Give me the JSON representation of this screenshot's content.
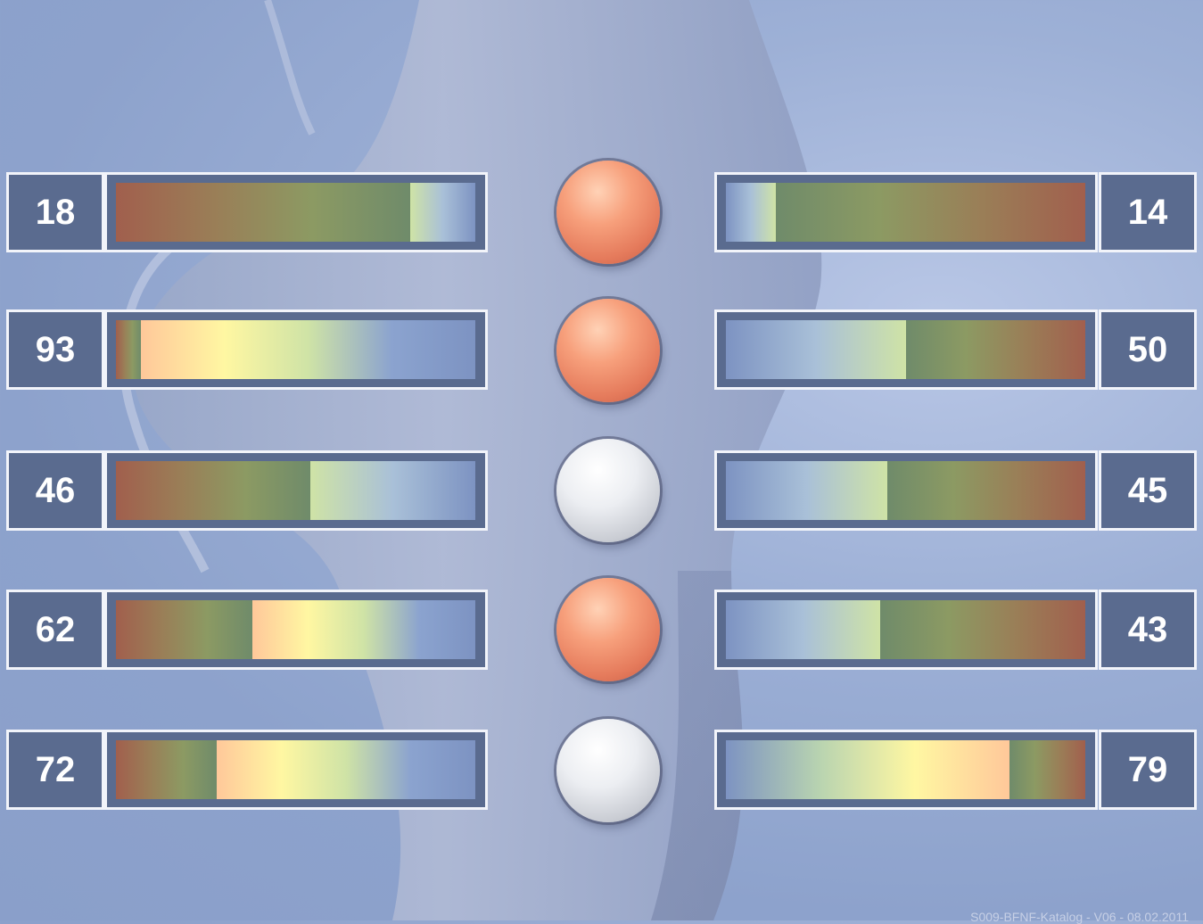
{
  "rows": [
    {
      "left": {
        "value": "18",
        "level": 18
      },
      "right": {
        "value": "14",
        "level": 14
      },
      "ball": "warm"
    },
    {
      "left": {
        "value": "93",
        "level": 93
      },
      "right": {
        "value": "50",
        "level": 50
      },
      "ball": "warm"
    },
    {
      "left": {
        "value": "46",
        "level": 46
      },
      "right": {
        "value": "45",
        "level": 45
      },
      "ball": "cool"
    },
    {
      "left": {
        "value": "62",
        "level": 62
      },
      "right": {
        "value": "43",
        "level": 43
      },
      "ball": "warm"
    },
    {
      "left": {
        "value": "72",
        "level": 72
      },
      "right": {
        "value": "79",
        "level": 79
      },
      "ball": "cool"
    }
  ],
  "footer": "S009-BFNF-Katalog - V06 - 08.02.2011",
  "colors": {
    "panel": "#5a6b8f",
    "border": "#f2f4fa",
    "ball_warm": "#e57b5c",
    "ball_cool": "#d9dbe0",
    "background": "#9db0d6"
  }
}
